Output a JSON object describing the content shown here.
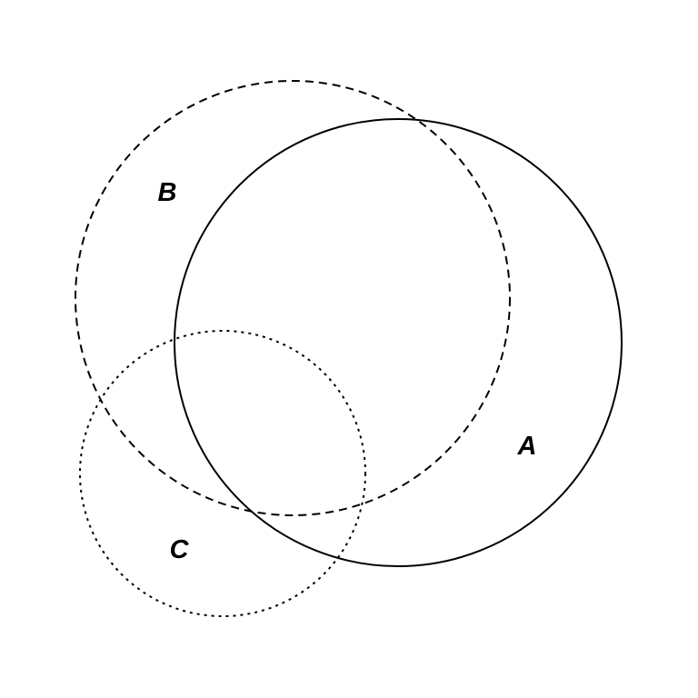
{
  "diagram": {
    "background": "#ffffff",
    "stroke_color": "#000000",
    "sets": [
      {
        "label": "A",
        "line_style": "solid"
      },
      {
        "label": "B",
        "line_style": "dashed"
      },
      {
        "label": "C",
        "line_style": "dotted"
      }
    ]
  }
}
